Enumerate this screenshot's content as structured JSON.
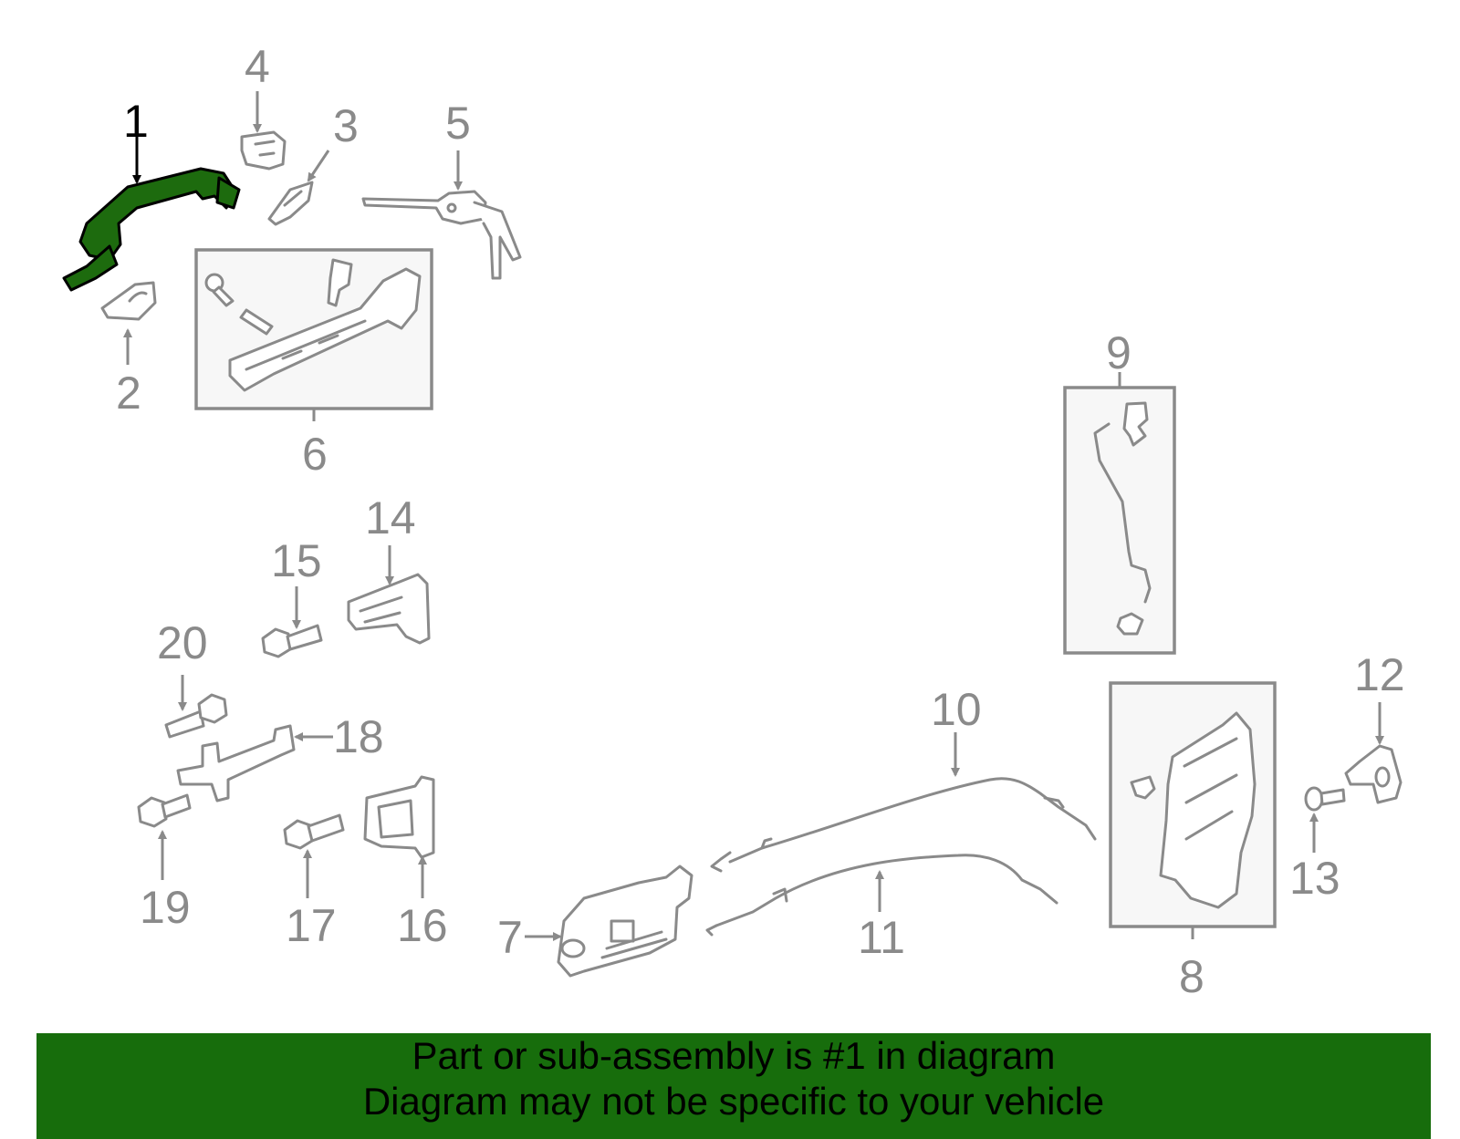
{
  "callouts": [
    "1",
    "2",
    "3",
    "4",
    "5",
    "6",
    "7",
    "8",
    "9",
    "10",
    "11",
    "12",
    "13",
    "14",
    "15",
    "16",
    "17",
    "18",
    "19",
    "20"
  ],
  "selected_part": "1",
  "banner": {
    "line1": "Part or sub-assembly is #1 in diagram",
    "line2": "Diagram may not be specific to your vehicle"
  },
  "colors": {
    "selected_fill": "#1d6b0e",
    "banner_bg": "#176d0c",
    "line_gray": "#8a8a8a"
  },
  "icons": [
    "door-handle-icon",
    "lock-cylinder-icon",
    "actuator-icon",
    "bolt-icon",
    "hinge-icon",
    "cable-icon",
    "latch-icon"
  ]
}
